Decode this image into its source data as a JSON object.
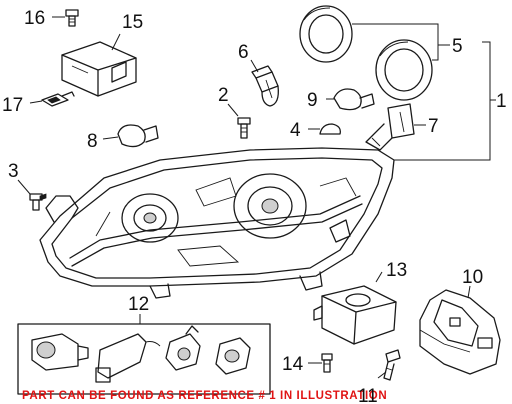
{
  "callouts": {
    "c1": "1",
    "c2": "2",
    "c3": "3",
    "c4": "4",
    "c5": "5",
    "c6": "6",
    "c7": "7",
    "c8": "8",
    "c9": "9",
    "c10": "10",
    "c11": "11",
    "c12": "12",
    "c13": "13",
    "c14": "14",
    "c15": "15",
    "c16": "16",
    "c17": "17"
  },
  "watermark": "PART CAN BE FOUND AS REFERENCE # 1 IN ILLUSTRATION",
  "colors": {
    "line": "#1a1a1a",
    "watermark": "#e01414",
    "background": "#ffffff"
  }
}
